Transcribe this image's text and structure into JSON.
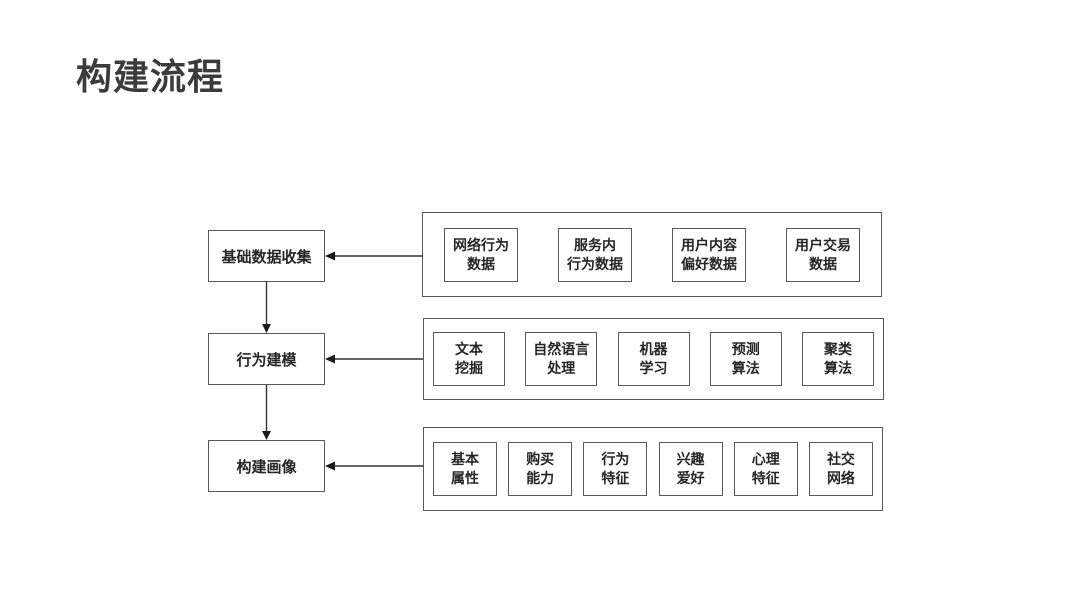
{
  "page": {
    "title": "构建流程"
  },
  "colors": {
    "background": "#ffffff",
    "title_text": "#3b3b3b",
    "box_border": "#595959",
    "box_text": "#262626",
    "arrow": "#1a1a1a"
  },
  "flow": {
    "stages": [
      {
        "label": "基础数据收集",
        "items": [
          "网络行为\n数据",
          "服务内\n行为数据",
          "用户内容\n偏好数据",
          "用户交易\n数据"
        ]
      },
      {
        "label": "行为建模",
        "items": [
          "文本\n挖掘",
          "自然语言\n处理",
          "机器\n学习",
          "预测\n算法",
          "聚类\n算法"
        ]
      },
      {
        "label": "构建画像",
        "items": [
          "基本\n属性",
          "购买\n能力",
          "行为\n特征",
          "兴趣\n爱好",
          "心理\n特征",
          "社交\n网络"
        ]
      }
    ]
  }
}
